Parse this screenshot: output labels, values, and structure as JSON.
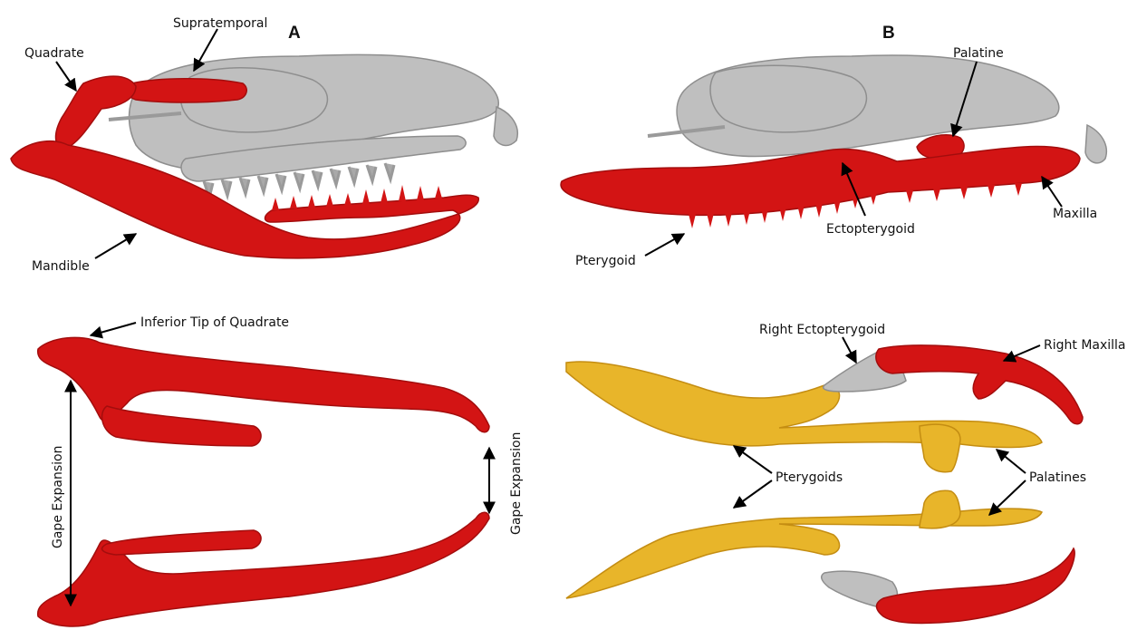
{
  "panels": {
    "a": "A",
    "b": "B"
  },
  "labels": {
    "supratemporal": "Supratemporal",
    "quadrate": "Quadrate",
    "mandible": "Mandible",
    "palatine": "Palatine",
    "maxilla": "Maxilla",
    "ectopterygoid": "Ectopterygoid",
    "pterygoid": "Pterygoid",
    "inferior_tip": "Inferior Tip of Quadrate",
    "gape_left": "Gape Expansion",
    "gape_right": "Gape Expansion",
    "right_ectopterygoid": "Right Ectopterygoid",
    "right_maxilla": "Right Maxilla",
    "pterygoids": "Pterygoids",
    "palatines": "Palatines"
  },
  "colors": {
    "bone_red": "#d31414",
    "bone_red_dark": "#a30d0d",
    "skull_gray": "#bfbfbf",
    "skull_gray_dark": "#8e8e8e",
    "palate_gold": "#e8b52a",
    "palate_gold_dark": "#c48d12",
    "background": "#ffffff"
  }
}
